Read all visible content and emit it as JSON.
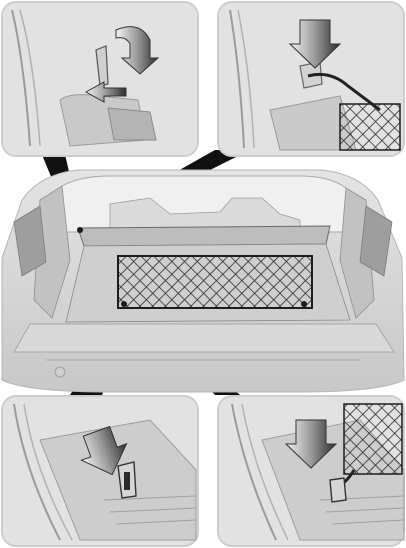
{
  "figure": {
    "panels": [
      {
        "id": "top-left",
        "icon": "attach-arrow-down-then-hook-icon"
      },
      {
        "id": "top-right",
        "icon": "attach-arrow-down-icon"
      },
      {
        "id": "bottom-left",
        "icon": "attach-arrow-down-icon"
      },
      {
        "id": "bottom-right",
        "icon": "attach-arrow-down-icon"
      }
    ],
    "main_view": "vehicle-cargo-area-with-cargo-net",
    "colors": {
      "panel_bg": "#e2e2e2",
      "panel_border": "#cfcfcf",
      "car_body": "#d6d6d6",
      "shadow": "#a9a9a9",
      "arrow_dark": "#3a3a3a",
      "callout": "#111111"
    }
  }
}
